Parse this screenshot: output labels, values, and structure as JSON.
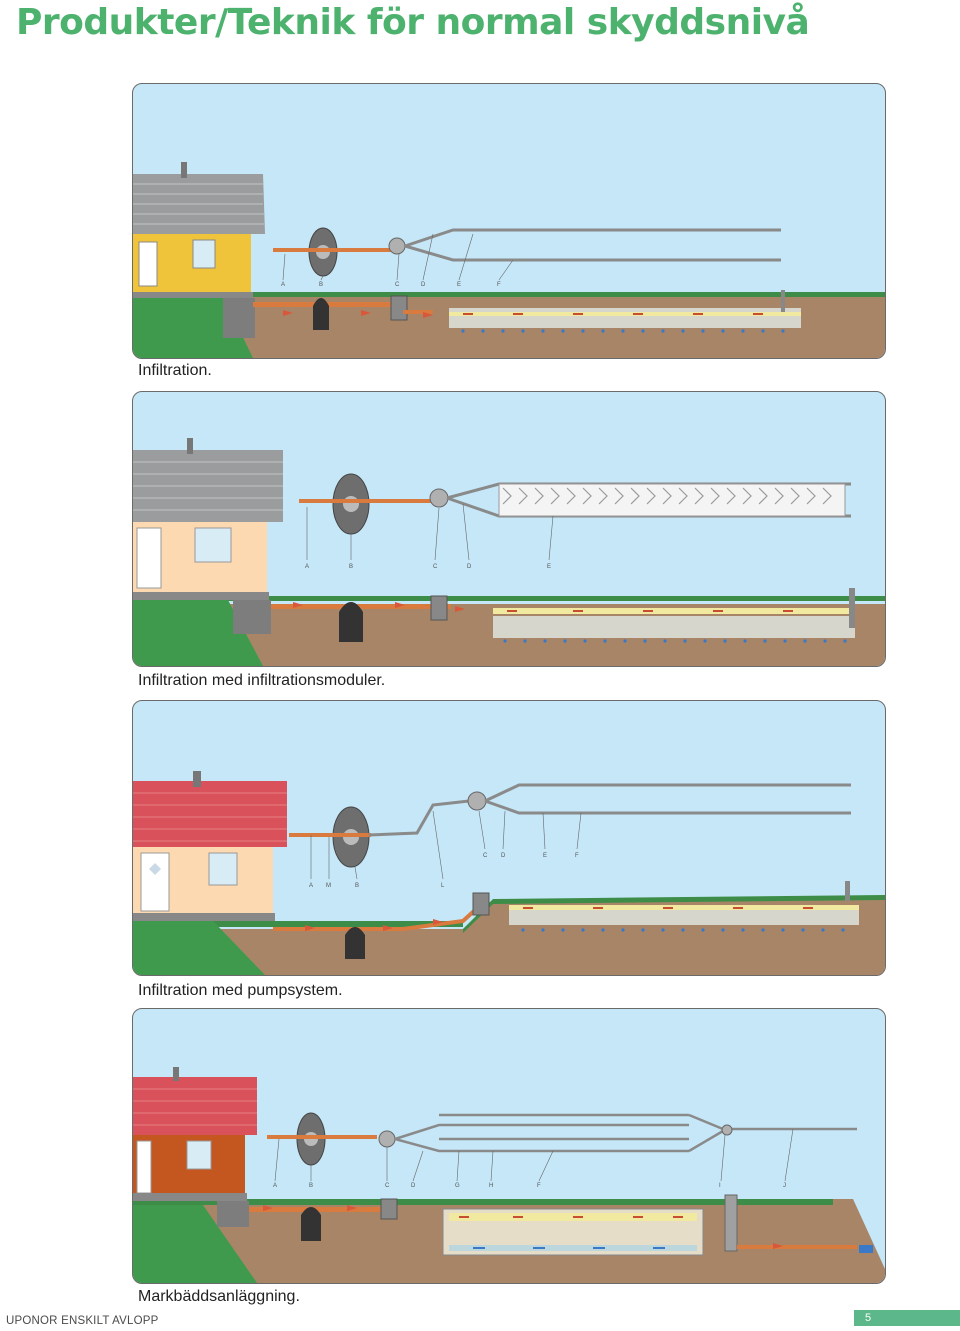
{
  "title": "Produkter/Teknik för normal skyddsnivå",
  "panels": [
    {
      "caption": "Infiltration.",
      "labels": [
        "A",
        "B",
        "C",
        "D",
        "E",
        "F"
      ]
    },
    {
      "caption": "Infiltration med infiltrationsmoduler.",
      "labels": [
        "A",
        "B",
        "C",
        "D",
        "E"
      ]
    },
    {
      "caption": "Infiltration med pumpsystem.",
      "labels": [
        "C",
        "D",
        "E",
        "F",
        "A",
        "M",
        "B",
        "L"
      ]
    },
    {
      "caption": "Markbäddsanläggning.",
      "labels": [
        "A",
        "B",
        "C",
        "D",
        "G",
        "H",
        "F",
        "I",
        "J"
      ]
    }
  ],
  "footer": {
    "brand": "UPONOR ENSKILT AVLOPP",
    "page": "5"
  },
  "colors": {
    "title": "#4cb26e",
    "sky": "#c5e7f8",
    "soil": "#a98568",
    "grass": "#3f9a4e",
    "pipe_flow": "#d9573a",
    "badge": "#5cb88a"
  }
}
